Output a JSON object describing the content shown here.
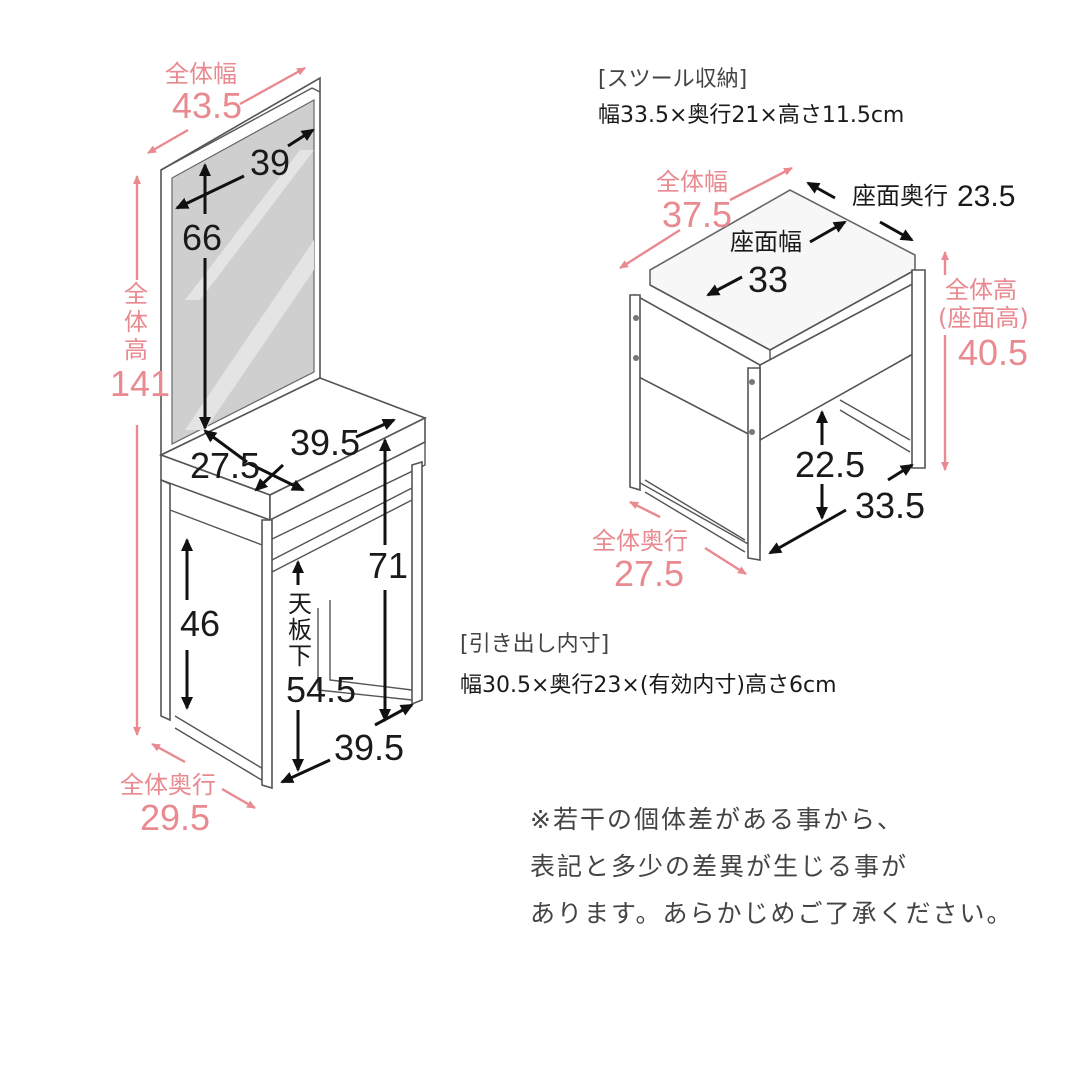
{
  "colors": {
    "accent_pink": "#e88a90",
    "dimension_black": "#1a1a1a",
    "note_gray": "#444444",
    "mirror_gray": "#cfcfcf"
  },
  "dresser": {
    "overall_width_label": "全体幅",
    "overall_width": "43.5",
    "mirror_width": "39",
    "mirror_height": "66",
    "overall_height_label": [
      "全",
      "体",
      "高"
    ],
    "overall_height": "141",
    "top_width": "39.5",
    "top_depth": "27.5",
    "desk_height": "71",
    "leg_clearance": "46",
    "under_top_label": [
      "天",
      "板",
      "下"
    ],
    "under_top_height": "54.5",
    "base_width": "39.5",
    "overall_depth_label": "全体奥行",
    "overall_depth": "29.5"
  },
  "stool": {
    "storage_title": "[スツール収納]",
    "storage_dims": "幅33.5×奥行21×高さ11.5cm",
    "overall_width_label": "全体幅",
    "overall_width": "37.5",
    "seat_depth_label": "座面奥行",
    "seat_depth": "23.5",
    "seat_width_label": "座面幅",
    "seat_width": "33",
    "overall_height_label": "全体高",
    "overall_height_sub": "(座面高)",
    "overall_height": "40.5",
    "leg_clearance": "22.5",
    "base_width": "33.5",
    "overall_depth_label": "全体奥行",
    "overall_depth": "27.5"
  },
  "drawer": {
    "title": "[引き出し内寸]",
    "dims": "幅30.5×奥行23×(有効内寸)高さ6cm"
  },
  "note": {
    "lines": [
      "※若干の個体差がある事から、",
      "表記と多少の差異が生じる事が",
      "あります。あらかじめご了承ください。"
    ]
  }
}
